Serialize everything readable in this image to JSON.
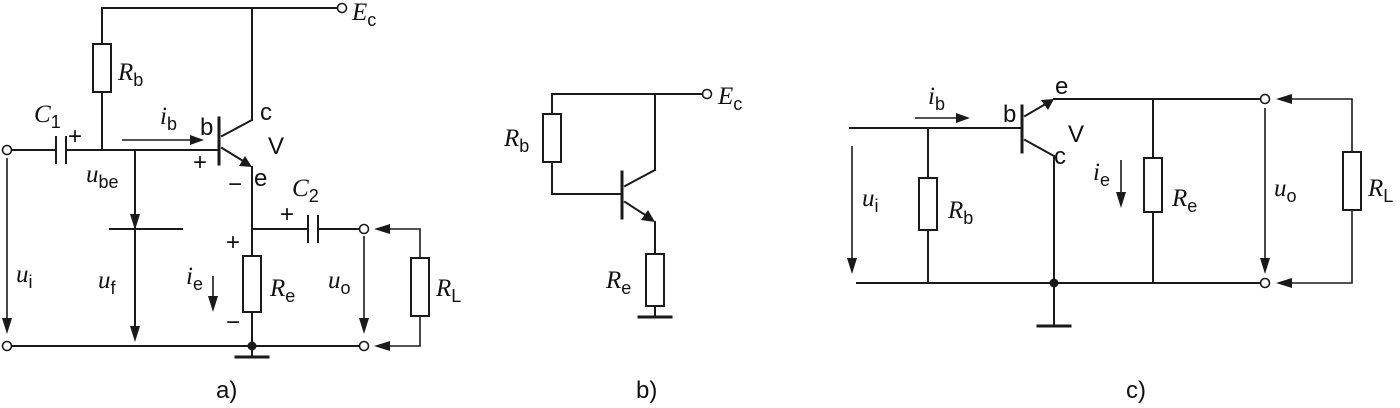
{
  "diagram_a": {
    "caption": "a)",
    "ec": {
      "sym": "E",
      "sub": "c"
    },
    "rb": {
      "sym": "R",
      "sub": "b"
    },
    "c1": {
      "sym": "C",
      "sub": "1"
    },
    "c2": {
      "sym": "C",
      "sub": "2"
    },
    "ib": {
      "sym": "i",
      "sub": "b"
    },
    "ie": {
      "sym": "i",
      "sub": "e"
    },
    "ube": {
      "sym": "u",
      "sub": "be"
    },
    "ui": {
      "sym": "u",
      "sub": "i"
    },
    "uf": {
      "sym": "u",
      "sub": "f"
    },
    "uo": {
      "sym": "u",
      "sub": "o"
    },
    "re": {
      "sym": "R",
      "sub": "e"
    },
    "rl": {
      "sym": "R",
      "sub": "L"
    },
    "pin_b": "b",
    "pin_c": "c",
    "pin_e": "e",
    "transistor": "V",
    "plus": "+",
    "minus": "−"
  },
  "diagram_b": {
    "caption": "b)",
    "ec": {
      "sym": "E",
      "sub": "c"
    },
    "rb": {
      "sym": "R",
      "sub": "b"
    },
    "re": {
      "sym": "R",
      "sub": "e"
    }
  },
  "diagram_c": {
    "caption": "c)",
    "ib": {
      "sym": "i",
      "sub": "b"
    },
    "ie": {
      "sym": "i",
      "sub": "e"
    },
    "ui": {
      "sym": "u",
      "sub": "i"
    },
    "uo": {
      "sym": "u",
      "sub": "o"
    },
    "rb": {
      "sym": "R",
      "sub": "b"
    },
    "re": {
      "sym": "R",
      "sub": "e"
    },
    "rl": {
      "sym": "R",
      "sub": "L"
    },
    "pin_b": "b",
    "pin_c": "c",
    "pin_e": "e",
    "transistor": "V"
  }
}
